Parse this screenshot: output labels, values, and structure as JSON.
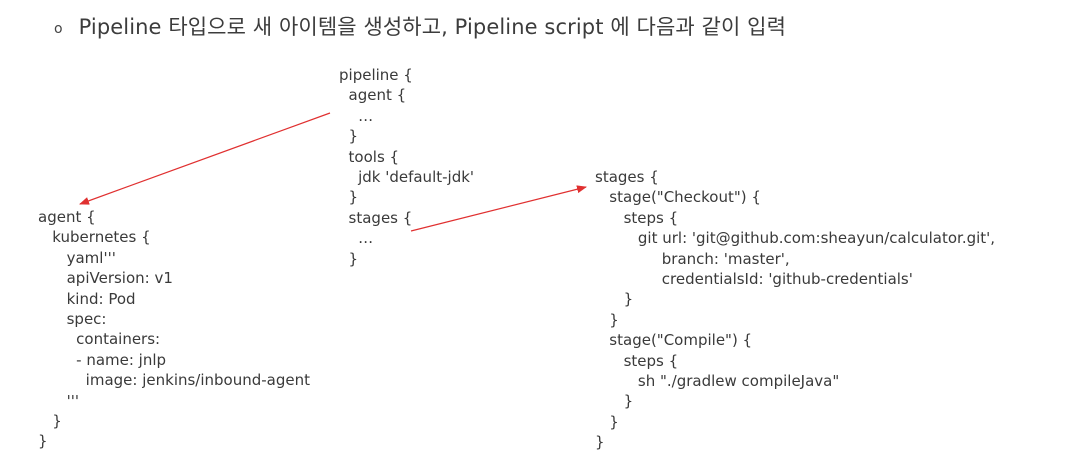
{
  "header": {
    "bullet": "o",
    "text": "Pipeline 타입으로 새 아이템을 생성하고, Pipeline script 에 다음과 같이 입력"
  },
  "pipeline_block": {
    "lines": [
      "pipeline {",
      "  agent {",
      "    …",
      "  }",
      "  tools {",
      "    jdk 'default-jdk'",
      "  }",
      "  stages {",
      "    …",
      "  }"
    ]
  },
  "agent_block": {
    "lines": [
      "agent {",
      "   kubernetes {",
      "      yaml'''",
      "      apiVersion: v1",
      "      kind: Pod",
      "      spec:",
      "        containers:",
      "        - name: jnlp",
      "          image: jenkins/inbound-agent",
      "      '''",
      "   }",
      "}"
    ]
  },
  "stages_block": {
    "lines": [
      "stages {",
      "   stage(\"Checkout\") {",
      "      steps {",
      "         git url: 'git@github.com:sheayun/calculator.git',",
      "              branch: 'master',",
      "              credentialsId: 'github-credentials'",
      "      }",
      "   }",
      "   stage(\"Compile\") {",
      "      steps {",
      "         sh \"./gradlew compileJava\"",
      "      }",
      "   }",
      "}"
    ]
  },
  "arrow_color": "#e03030"
}
